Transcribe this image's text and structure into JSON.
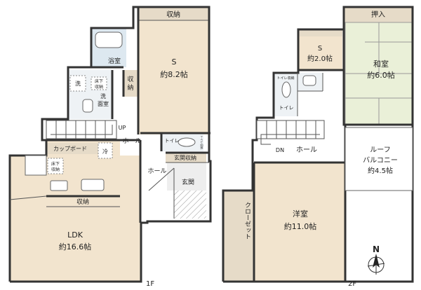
{
  "floors": {
    "first": {
      "marker": "1F",
      "rooms": {
        "s_room": {
          "name": "S",
          "area": "約8.2帖"
        },
        "ldk": {
          "name": "LDK",
          "area": "約16.6帖"
        },
        "bath": "浴室",
        "wash": "洗",
        "underfloor_storage_a": [
          "床下",
          "収納"
        ],
        "storage_side": [
          "収",
          "納"
        ],
        "washroom": [
          "洗",
          "面室"
        ],
        "toilet": "トイレ",
        "toilet_storage": "トイレ収納",
        "hall": "ホール",
        "hall2": "ホール",
        "up": "UP",
        "cupboard": "カップボード",
        "fridge": "冷",
        "underfloor_storage_b": [
          "床下",
          "収納"
        ],
        "storage_top": "収納",
        "storage_ldk": "収納",
        "entry_storage": "玄関収納",
        "entrance": "玄関"
      }
    },
    "second": {
      "marker": "2F",
      "rooms": {
        "closet_top": "押入",
        "s_room": {
          "name": "S",
          "area": "約2.0帖"
        },
        "washitsu": {
          "name": "和室",
          "area": "約6.0帖"
        },
        "toilet_storage": "トイレ収納",
        "toilet": "トイレ",
        "hall": "ホール",
        "dn": "DN",
        "roof_balcony": {
          "name": [
            "ルーフ",
            "バルコニー"
          ],
          "area": "約4.5帖"
        },
        "western": {
          "name": "洋室",
          "area": "約11.0帖"
        },
        "closet": "クローゼット"
      }
    }
  },
  "compass": {
    "label": "N"
  }
}
